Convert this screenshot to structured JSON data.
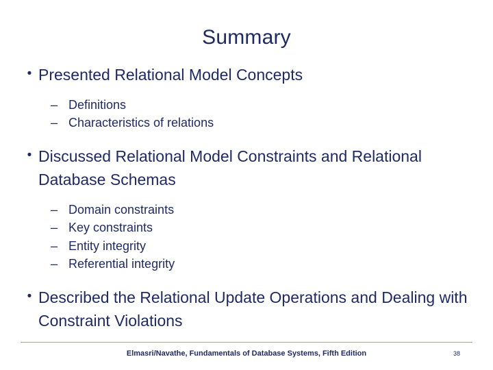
{
  "slide": {
    "title": "Summary",
    "bullets": [
      {
        "level": 1,
        "marker": "•",
        "text": "Presented Relational Model Concepts"
      },
      {
        "level": 2,
        "marker": "–",
        "text": "Definitions"
      },
      {
        "level": 2,
        "marker": "–",
        "text": "Characteristics of relations"
      },
      {
        "level": 1,
        "marker": "•",
        "text": "Discussed Relational Model Constraints and Relational Database Schemas"
      },
      {
        "level": 2,
        "marker": "–",
        "text": "Domain constraints"
      },
      {
        "level": 2,
        "marker": "–",
        "text": "Key constraints"
      },
      {
        "level": 2,
        "marker": "–",
        "text": "Entity integrity"
      },
      {
        "level": 2,
        "marker": "–",
        "text": "Referential integrity"
      },
      {
        "level": 1,
        "marker": "•",
        "text": "Described the Relational Update Operations and Dealing with Constraint Violations"
      }
    ],
    "footer": {
      "credit": "Elmasri/Navathe, Fundamentals of Database Systems, Fifth Edition",
      "page_number": "38"
    },
    "colors": {
      "text": "#1f2a63",
      "background": "#ffffff",
      "rule": "#9aa0b5"
    }
  }
}
